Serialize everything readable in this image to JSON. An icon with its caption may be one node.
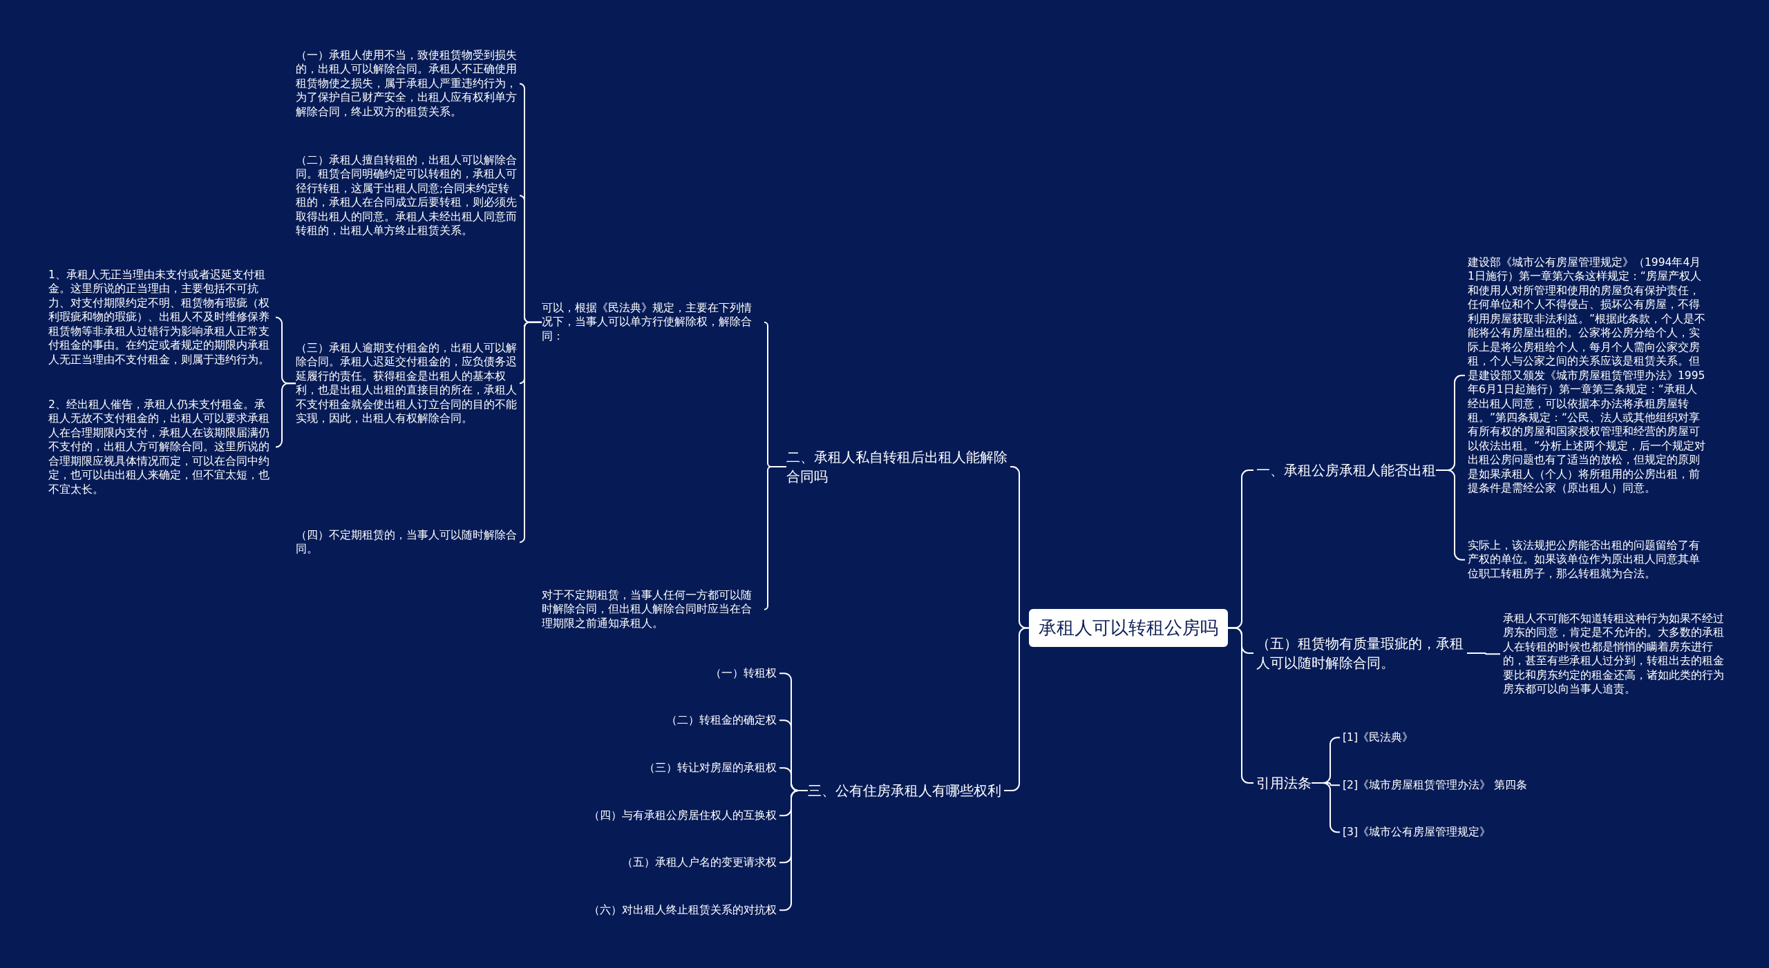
{
  "diagram": {
    "nodes": [
      {
        "text": [
          "承租人可以转租公房吗"
        ]
      },
      {
        "text": [
          "二、承租人私自转租后出租人能解除合同吗"
        ]
      },
      {
        "text": [
          "可以，根据《民法典》规定，主要在下列情况下，当事人可以单方行使解除权，解除合同："
        ]
      },
      {
        "text": [
          "（一）承租人使用不当，致使租赁物受到损失的，出租人可以解除合同。承租人不正确使用租赁物使之损失，属于承租人严重违约行为，为了保护自己财产安全，出租人应有权利单方解除合同，终止双方的租赁关系。"
        ]
      },
      {
        "text": [
          "（二）承租人擅自转租的，出租人可以解除合同。租赁合同明确约定可以转租的，承租人可径行转租，这属于出租人同意;合同未约定转租的，承租人在合同成立后要转租，则必须先取得出租人的同意。承租人未经出租人同意而转租的，出租人单方终止租赁关系。"
        ]
      },
      {
        "text": [
          "（三）承租人逾期支付租金的，出租人可以解除合同。承租人迟延交付租金的，应负债务迟延履行的责任。获得租金是出租人的基本权利，也是出租人出租的直接目的所在，承租人不支付租金就会使出租人订立合同的目的不能实现，因此，出租人有权解除合同。"
        ]
      },
      {
        "text": [
          "1、承租人无正当理由未支付或者迟延支付租金。这里所说的正当理由，主要包括不可抗力、对支付期限约定不明、租赁物有瑕疵（权利瑕疵和物的瑕疵）、出租人不及时维修保养租赁物等非承租人过错行为影响承租人正常支付租金的事由。在约定或者规定的期限内承租人无正当理由不支付租金，则属于违约行为。"
        ]
      },
      {
        "text": [
          "2、经出租人催告，承租人仍未支付租金。承租人无故不支付租金的，出租人可以要求承租人在合理期限内支付，承租人在该期限届满仍不支付的，出租人方可解除合同。这里所说的合理期限应视具体情况而定，可以在合同中约定，也可以由出租人来确定，但不宜太短，也不宜太长。"
        ]
      },
      {
        "text": [
          "（四）不定期租赁的，当事人可以随时解除合同。"
        ]
      },
      {
        "text": [
          "对于不定期租赁，当事人任何一方都可以随时解除合同，但出租人解除合同时应当在合理期限之前通知承租人。"
        ]
      },
      {
        "text": [
          "三、公有住房承租人有哪些权利"
        ]
      },
      {
        "text": [
          "（一）转租权"
        ]
      },
      {
        "text": [
          "（二）转租金的确定权"
        ]
      },
      {
        "text": [
          "（三）转让对房屋的承租权"
        ]
      },
      {
        "text": [
          "（四）与有承租公房居住权人的互换权"
        ]
      },
      {
        "text": [
          "（五）承租人户名的变更请求权"
        ]
      },
      {
        "text": [
          "（六）对出租人终止租赁关系的对抗权"
        ]
      },
      {
        "text": [
          "一、承租公房承租人能否出租"
        ]
      },
      {
        "text": [
          "建设部《城市公有房屋管理规定》（1994年4月1日施行）第一章第六条这样规定：“房屋产权人和使用人对所管理和使用的房屋负有保护责任，任何单位和个人不得侵占、损坏公有房屋，不得利用房屋获取非法利益。”根据此条款，个人是不能将公有房屋出租的。公家将公房分给个人，实际上是将公房租给个人，每月个人需向公家交房租，个人与公家之间的关系应该是租赁关系。但是建设部又颁发《城市房屋租赁管理办法》1995年6月1日起施行）第一章第三条规定：“承租人经出租人同意，可以依据本办法将承租房屋转租。”第四条规定：“公民、法人或其他组织对享有所有权的房屋和国家授权管理和经营的房屋可以依法出租。”分析上述两个规定，后一个规定对出租公房问题也有了适当的放松，但规定的原则是如果承租人（个人）将所租用的公房出租，前提条件是需经公家（原出租人）同意。"
        ]
      },
      {
        "text": [
          "实际上，该法规把公房能否出租的问题留给了有产权的单位。如果该单位作为原出租人同意其单位职工转租房子，那么转租就为合法。"
        ]
      },
      {
        "text": [
          "（五）租赁物有质量瑕疵的，承租人可以随时解除合同。"
        ]
      },
      {
        "text": [
          "承租人不可能不知道转租这种行为如果不经过房东的同意，肯定是不允许的。大多数的承租人在转租的时候也都是悄悄的瞒着房东进行的，甚至有些承租人过分到，转租出去的租金要比和房东约定的租金还高，诸如此类的行为房东都可以向当事人追责。"
        ]
      },
      {
        "text": [
          "引用法条"
        ]
      },
      {
        "text": [
          "[1]《民法典》"
        ]
      },
      {
        "text": [
          "[2]《城市房屋租赁管理办法》 第四条"
        ]
      },
      {
        "text": [
          "[3]《城市公有房屋管理规定》"
        ]
      }
    ],
    "edges": [
      {
        "from": 0,
        "to": 1,
        "arrow": "none"
      },
      {
        "from": 1,
        "to": 2,
        "arrow": "none"
      },
      {
        "from": 2,
        "to": 3,
        "arrow": "none"
      },
      {
        "from": 2,
        "to": 4,
        "arrow": "none"
      },
      {
        "from": 2,
        "to": 5,
        "arrow": "none"
      },
      {
        "from": 5,
        "to": 6,
        "arrow": "none"
      },
      {
        "from": 5,
        "to": 7,
        "arrow": "none"
      },
      {
        "from": 2,
        "to": 8,
        "arrow": "none"
      },
      {
        "from": 1,
        "to": 9,
        "arrow": "none"
      },
      {
        "from": 0,
        "to": 10,
        "arrow": "none"
      },
      {
        "from": 10,
        "to": 11,
        "arrow": "none"
      },
      {
        "from": 10,
        "to": 12,
        "arrow": "none"
      },
      {
        "from": 10,
        "to": 13,
        "arrow": "none"
      },
      {
        "from": 10,
        "to": 14,
        "arrow": "none"
      },
      {
        "from": 10,
        "to": 15,
        "arrow": "none"
      },
      {
        "from": 10,
        "to": 16,
        "arrow": "none"
      },
      {
        "from": 0,
        "to": 17,
        "arrow": "none"
      },
      {
        "from": 17,
        "to": 18,
        "arrow": "none"
      },
      {
        "from": 17,
        "to": 19,
        "arrow": "none"
      },
      {
        "from": 0,
        "to": 20,
        "arrow": "none"
      },
      {
        "from": 20,
        "to": 21,
        "arrow": "none"
      },
      {
        "from": 0,
        "to": 22,
        "arrow": "none"
      },
      {
        "from": 22,
        "to": 23,
        "arrow": "none"
      },
      {
        "from": 22,
        "to": 24,
        "arrow": "none"
      },
      {
        "from": 22,
        "to": 25,
        "arrow": "none"
      }
    ]
  }
}
